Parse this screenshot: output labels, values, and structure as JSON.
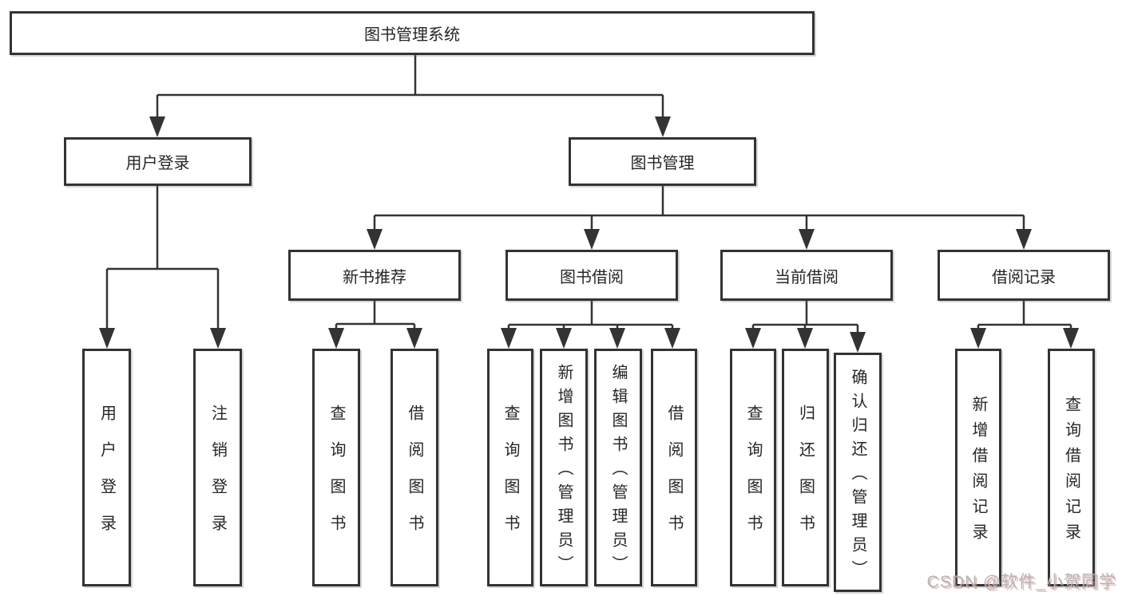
{
  "colors": {
    "line": "#333333",
    "box_border": "#333333",
    "text": "#262626",
    "background": "#ffffff",
    "watermark_text": "#b5b5b5",
    "watermark_shadow": "#d98c86"
  },
  "tree": {
    "root": {
      "label": "图书管理系统",
      "children": [
        {
          "label": "用户登录",
          "children": [
            {
              "label": "用户登录"
            },
            {
              "label": "注销登录"
            }
          ]
        },
        {
          "label": "图书管理",
          "children": [
            {
              "label": "新书推荐",
              "children": [
                {
                  "label": "查询图书"
                },
                {
                  "label": "借阅图书"
                }
              ]
            },
            {
              "label": "图书借阅",
              "children": [
                {
                  "label": "查询图书"
                },
                {
                  "label": "新增图书（管理员）"
                },
                {
                  "label": "编辑图书（管理员）"
                },
                {
                  "label": "借阅图书"
                }
              ]
            },
            {
              "label": "当前借阅",
              "children": [
                {
                  "label": "查询图书"
                },
                {
                  "label": "归还图书"
                },
                {
                  "label": "确认归还（管理员）"
                }
              ]
            },
            {
              "label": "借阅记录",
              "children": [
                {
                  "label": "新增借阅记录"
                },
                {
                  "label": "查询借阅记录"
                }
              ]
            }
          ]
        }
      ]
    }
  },
  "watermark": {
    "text": "CSDN @软件_小贺同学"
  }
}
